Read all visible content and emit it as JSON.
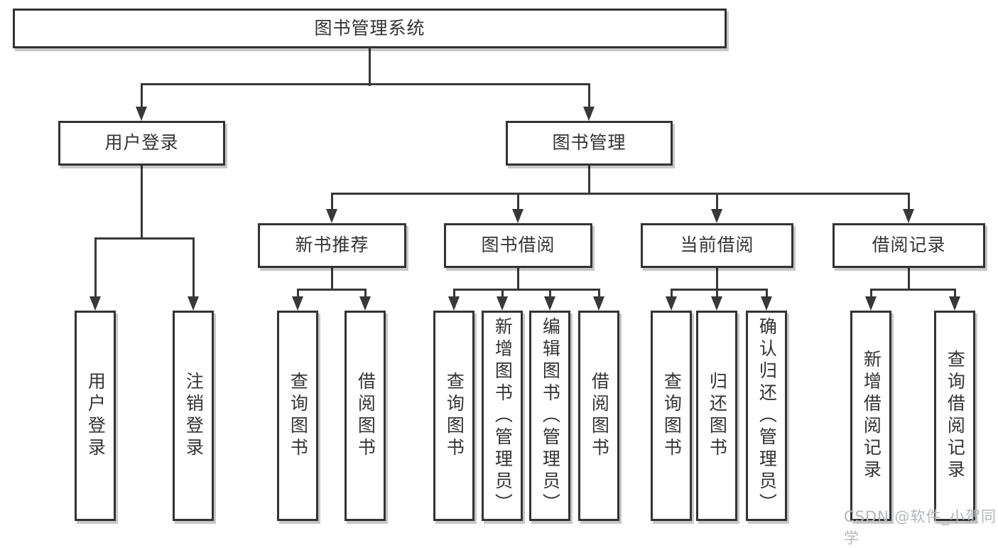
{
  "tree": {
    "root": {
      "label": "图书管理系统"
    },
    "branches": [
      {
        "label": "用户登录",
        "children": [
          "用户登录",
          "注销登录"
        ]
      },
      {
        "label": "图书管理",
        "sections": [
          {
            "label": "新书推荐",
            "children": [
              "查询图书",
              "借阅图书"
            ]
          },
          {
            "label": "图书借阅",
            "children": [
              "查询图书",
              "新增图书（管理员）",
              "编辑图书（管理员）",
              "借阅图书"
            ]
          },
          {
            "label": "当前借阅",
            "children": [
              "查询图书",
              "归还图书",
              "确认归还（管理员）"
            ]
          },
          {
            "label": "借阅记录",
            "children": [
              "新增借阅记录",
              "查询借阅记录"
            ]
          }
        ]
      }
    ]
  },
  "watermark": "CSDN @软件_小贺同学",
  "colors": {
    "line": "#383838",
    "box_border": "#333333",
    "text": "#333333",
    "background": "#ffffff",
    "watermark_text": "#b4b7ba"
  }
}
